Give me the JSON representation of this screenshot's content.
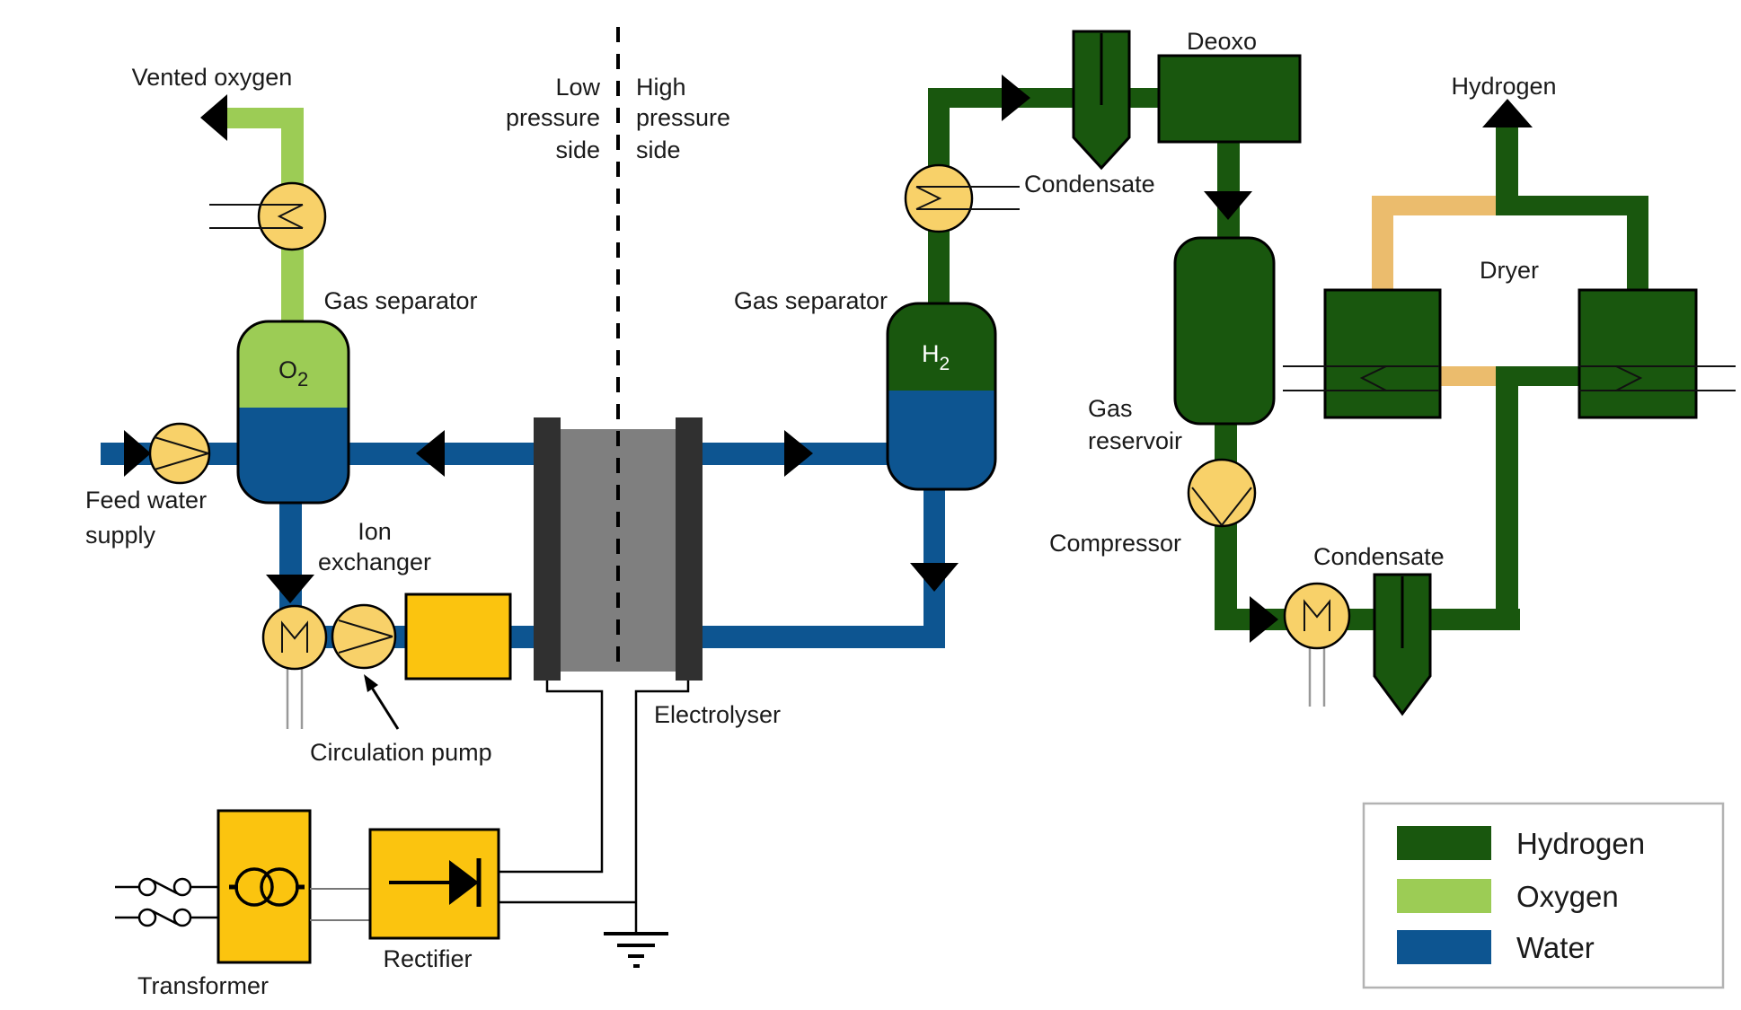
{
  "colors": {
    "hydrogen": "#19570E",
    "oxygen": "#9CCC55",
    "water": "#0D5591",
    "component-yellow": "#F8D169",
    "equipment-gold": "#FBC40F",
    "regen-tan": "#EBBC6D",
    "cell-gray": "#7F7F7F",
    "electrode-dark": "#303030",
    "text": "#1A1A1A",
    "legend-border": "#B3B3B3"
  },
  "labels": {
    "vented_oxygen": "Vented oxygen",
    "gas_separator_left": "Gas separator",
    "gas_separator_right": "Gas separator",
    "o2_main": "O",
    "o2_sub": "2",
    "h2_main": "H",
    "h2_sub": "2",
    "feed_water_1": "Feed water",
    "feed_water_2": "supply",
    "ion_exchanger_1": "Ion",
    "ion_exchanger_2": "exchanger",
    "circulation_pump": "Circulation pump",
    "low_pressure_1": "Low",
    "low_pressure_2": "pressure",
    "low_pressure_3": "side",
    "high_pressure_1": "High",
    "high_pressure_2": "pressure",
    "high_pressure_3": "side",
    "electrolyser": "Electrolyser",
    "transformer": "Transformer",
    "rectifier": "Rectifier",
    "condensate_top": "Condensate",
    "condensate_bottom": "Condensate",
    "deoxo": "Deoxo",
    "gas_reservoir_1": "Gas",
    "gas_reservoir_2": "reservoir",
    "compressor": "Compressor",
    "dryer": "Dryer",
    "hydrogen_product": "Hydrogen"
  },
  "legend": {
    "items": [
      {
        "label": "Hydrogen",
        "color": "#19570E"
      },
      {
        "label": "Oxygen",
        "color": "#9CCC55"
      },
      {
        "label": "Water",
        "color": "#0D5591"
      }
    ]
  }
}
